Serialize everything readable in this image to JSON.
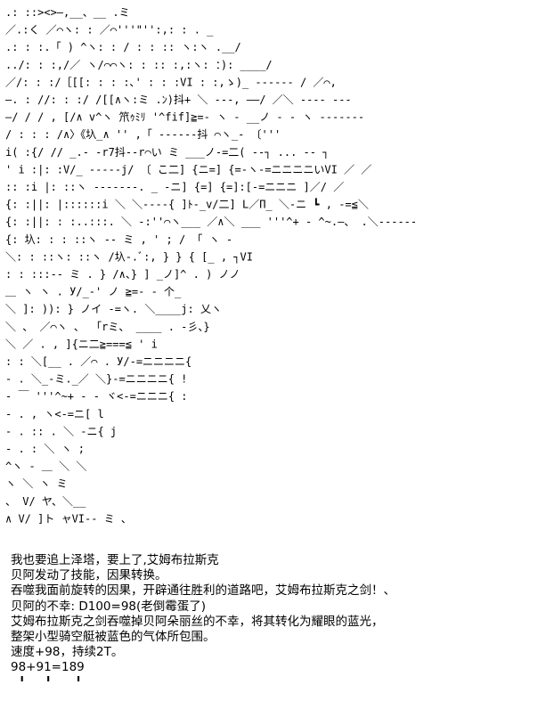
{
  "ascii_art": [
    "                 .: ::><>―,__、__ .ミ",
    "              ／.:く  ／⌒ヽ: : ／⌒'''\"'':,: : .   _",
    "            .: : :.「  ) ^ヽ: : / : : :: ヽ:ヽ   .__/",
    "          ../: : :,/／ ヽ/⌒⌒ヽ: : :: :,:ヽ: ：): ____/",
    "         ／/: : :/［[[: : : :､'     : : :VI : :,ゝ)_ ------ /   ／⌒,",
    "   ―. : //: : :/ /[[∧ヽ:ミ     .ﾝ)抖+ ＼ ---, ――/     ／＼   ---- ---",
    "   ―/ / /  , [/∧ v^ヽ  笊ｩﾐﾘ  '^fif]≧=-   ヽ ‐ __ノ     - ‐ ヽ -------",
    "    / : : :   /∧〉《圦_∧  ''      ,「 ------抖 ⌒ヽ_‐           〔'''",
    "        i( :{/ //   _.- -r7抖--r⌒い ミ ___ノ-=二( -‐┐   ... -- ┐",
    "    ' i :|: :V/_ -----j/ 〔 こ二] {ニ=] {=‐ヽ-=ニニニニいVI ／      ／",
    "    :: :i |: ::ヽ -------.  _  ‐ニ] {=] {=]:[-=ニニニ ]／/ ／",
    "    {: :||: |::::::i ＼  ＼----{      ]ﾄ-_v/二] L／Π_ ＼‐ニ ┗ , ‐=≦＼",
    "    {: :||: : :..:::. ＼ ‐:''⌒ヽ___ ／∧＼ ___  '''^+ ‐ ^~.―、 .＼------",
    "    {: 圦: : : ::ヽ  ‐- ミ    ,   '   ;      / 「       ヽ -",
    "    ＼: : ::ヽ: ::ヽ  /圦-.ﾞ:,  }  }  {    [_ ,  ┐VI",
    "    : : :::-- ミ  . }  /∧、} ] _ノ]^  . )         ノノ",
    "    ＿            ヽ ヽ  .     У/_‐'  ノ      ≧=-   ‐ 个_",
    "       ＼            ]: )): }  ノイ   -=ヽ.  ＼____j: 乂ヽ",
    "     ＼       、  ／⌒ヽ               、 「rミ、 ____ . ‐彡、}",
    "       ＼  ／  .                  ,  ]{ニ二≧===≦ '  i",
    "     : :          ＼[__ .    ／⌒ .    У/‐=ニニニニ{",
    "     ‐ .          ＼_‐ミ._／          ＼}-=ニニニニ{   !",
    "          ‐           ￣ '''^~+  ‐  ‐    ヾ<‐=ニニニ{   :",
    "            ‐  .               ,            ヽ<‐=ニ[   l",
    "               ‐  .              :: .              ＼  ‐ニ{   j",
    "                   ‐ .  :               ＼             ヽ   ;",
    "      ^ヽ              ‐ ＿              ＼             ＼",
    "         ヽ                 ＼                            ヽ ミ",
    "      、         V/                                       ヤ、＼__",
    "      ∧       V/                      ]ト              ャVI-- ミ 、"
  ],
  "story_lines": [
    "我也要追上泽塔，要上了,艾姆布拉斯克",
    "贝阿发动了技能，因果转换。",
    "吞噬我面前旋转的因果，开辟通往胜利的道路吧，艾姆布拉斯克之剑！、",
    "贝阿的不幸: D100=98(老倒霉蛋了)",
    "艾姆布拉斯克之剑吞噬掉贝阿朵丽丝的不幸，将其转化为耀眼的蓝光，",
    "整架小型骑空艇被蓝色的气体所包围。",
    "速度+98，持续2T。",
    "98+91=189",
    "        ,        ┃      .     ,            ┃      ..      ,    ┃"
  ]
}
